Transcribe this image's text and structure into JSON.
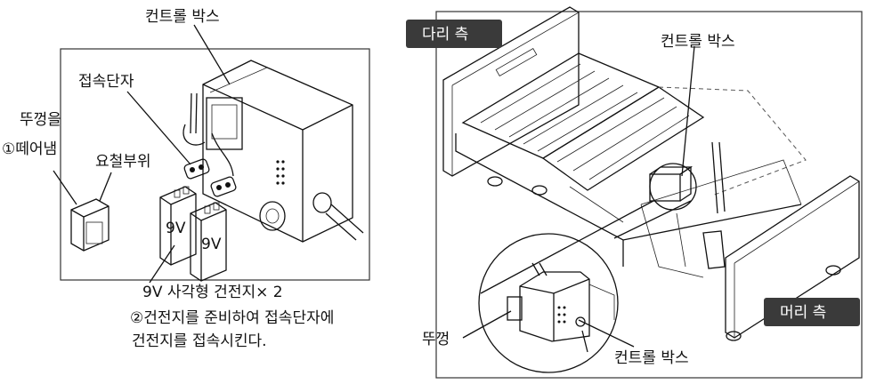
{
  "left_panel": {
    "control_box_label": "컨트롤 박스",
    "terminal_label": "접속단자",
    "cover_line1": "뚜껑을",
    "cover_line2": "①떼어냄",
    "notch_label": "요철부위",
    "battery_label": "9V 사각형  건전지× 2",
    "battery_text": "9V",
    "step2_line1": "②건전지를 준비하여 접속단자에",
    "step2_line2": "건전지를 접속시킨다."
  },
  "right_panel": {
    "leg_side_tag": "다리 측",
    "head_side_tag": "머리 측",
    "control_box_label_top": "컨트롤 박스",
    "cover_label": "뚜껑",
    "control_box_label_bottom": "컨트롤 박스"
  },
  "colors": {
    "tag_background": "#3a3a3a",
    "tag_text": "#ffffff",
    "line": "#111111"
  }
}
